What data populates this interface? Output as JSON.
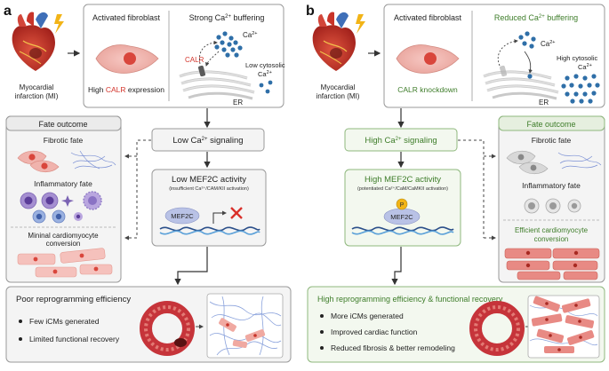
{
  "panels": [
    {
      "letter": "a",
      "mi_label_1": "Myocardial",
      "mi_label_2": "infarction (MI)",
      "fibroblast_title": "Activated fibroblast",
      "buffering_title_pre": "Strong Ca",
      "buffering_title_post": " buffering",
      "expression_pre": "High ",
      "expression_gene": "CALR",
      "expression_post": " expression",
      "calr_label": "CALR",
      "ca_label": "Ca",
      "cytosolic_1": "Low cytosolic",
      "cytosolic_2": "Ca",
      "er_label": "ER",
      "fate_title": "Fate outcome",
      "fibrotic_label": "Fibrotic fate",
      "inflammatory_label": "Inflammatory fate",
      "cardio_label_1": "Mininal cardiomyocyte",
      "cardio_label_2": "conversion",
      "signaling_pre": "Low Ca",
      "signaling_post": " signaling",
      "mef2c_title": "Low MEF2C activity",
      "mef2c_sub": "(insufficient Ca²⁺/CAM/KII activation)",
      "mef2c_label": "MEF2C",
      "reprog_title": "Poor reprogramming efficiency",
      "bullets": [
        "Few iCMs generated",
        "Limited functional recovery"
      ]
    },
    {
      "letter": "b",
      "mi_label_1": "Myocardial",
      "mi_label_2": "infarction (MI)",
      "fibroblast_title": "Activated fibroblast",
      "buffering_title_pre": "Reduced Ca",
      "buffering_title_post": " buffering",
      "expression_text": "CALR knockdown",
      "ca_label": "Ca",
      "cytosolic_1": "High cytosolic",
      "cytosolic_2": "Ca",
      "er_label": "ER",
      "fate_title": "Fate outcome",
      "fibrotic_label": "Fibrotic fate",
      "inflammatory_label": "Inflammatory fate",
      "cardio_label_1": "Efficient cardiomyocyte",
      "cardio_label_2": "conversion",
      "signaling_pre": "High Ca",
      "signaling_post": " signaling",
      "mef2c_title": "High MEF2C activity",
      "mef2c_sub": "(potentiated Ca²⁺/CaM/CaMKII activation)",
      "mef2c_label": "MEF2C",
      "p_label": "P",
      "reprog_title": "High reprogramming efficiency & functional recovery",
      "bullets": [
        "More iCMs generated",
        "Improved cardiac function",
        "Reduced fibrosis & better remodeling"
      ]
    }
  ],
  "superscript_charge": "2+",
  "colors": {
    "green_text": "#3e7d2a",
    "red_text": "#d3352c",
    "box_border": "#9a9a9a",
    "box_fill": "#f4f4f4",
    "green_border": "#8fb87e",
    "green_fill": "#f3f8ef",
    "calcium_blue": "#2f6fa8",
    "dna_blue": "#2b4f8a",
    "mef2c_fill": "#b9c2e6"
  }
}
